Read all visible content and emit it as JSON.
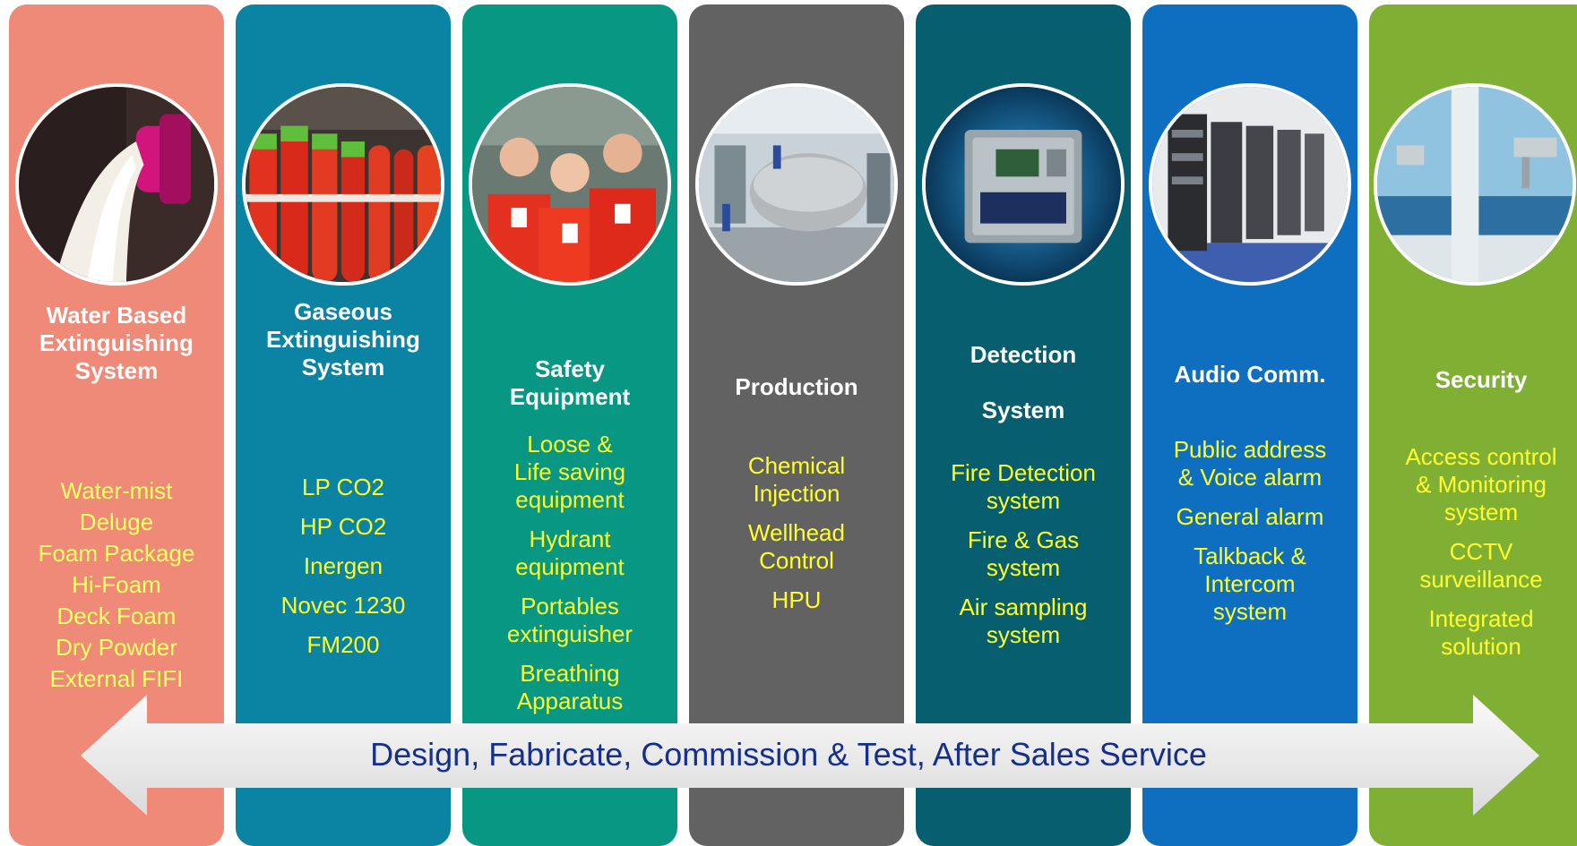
{
  "columns": [
    {
      "title": "Water Based\nExtinguishing\nSystem",
      "color": "#ef8a78",
      "items": [
        "Water-mist",
        "Deluge",
        "Foam Package",
        "Hi-Foam",
        "Deck Foam",
        "Dry Powder",
        "External FIFI"
      ]
    },
    {
      "title": "Gaseous\nExtinguishing\nSystem",
      "color": "#0a84a2",
      "items": [
        "LP CO2",
        "HP CO2",
        "Inergen",
        "Novec 1230",
        "FM200"
      ]
    },
    {
      "title": "Safety\nEquipment",
      "color": "#079782",
      "items": [
        "Loose &\nLife saving\nequipment",
        "Hydrant\nequipment",
        "Portables\nextinguisher",
        "Breathing\nApparatus"
      ]
    },
    {
      "title": "Production",
      "color": "#626262",
      "items": [
        "Chemical\nInjection",
        "Wellhead\nControl",
        "HPU"
      ]
    },
    {
      "title": "Detection\n\nSystem",
      "color": "#065e6f",
      "items": [
        "Fire Detection\nsystem",
        "Fire & Gas\nsystem",
        "Air sampling\nsystem"
      ]
    },
    {
      "title": "Audio Comm.",
      "color": "#0e6fc1",
      "items": [
        "Public address\n& Voice alarm",
        "General alarm",
        "Talkback &\nIntercom\nsystem"
      ]
    },
    {
      "title": "Security",
      "color": "#7fb034",
      "items": [
        "Access control\n& Monitoring\nsystem",
        "CCTV\nsurveillance",
        "Integrated\nsolution"
      ]
    }
  ],
  "banner": {
    "text": "Design, Fabricate, Commission & Test, After Sales Service"
  }
}
